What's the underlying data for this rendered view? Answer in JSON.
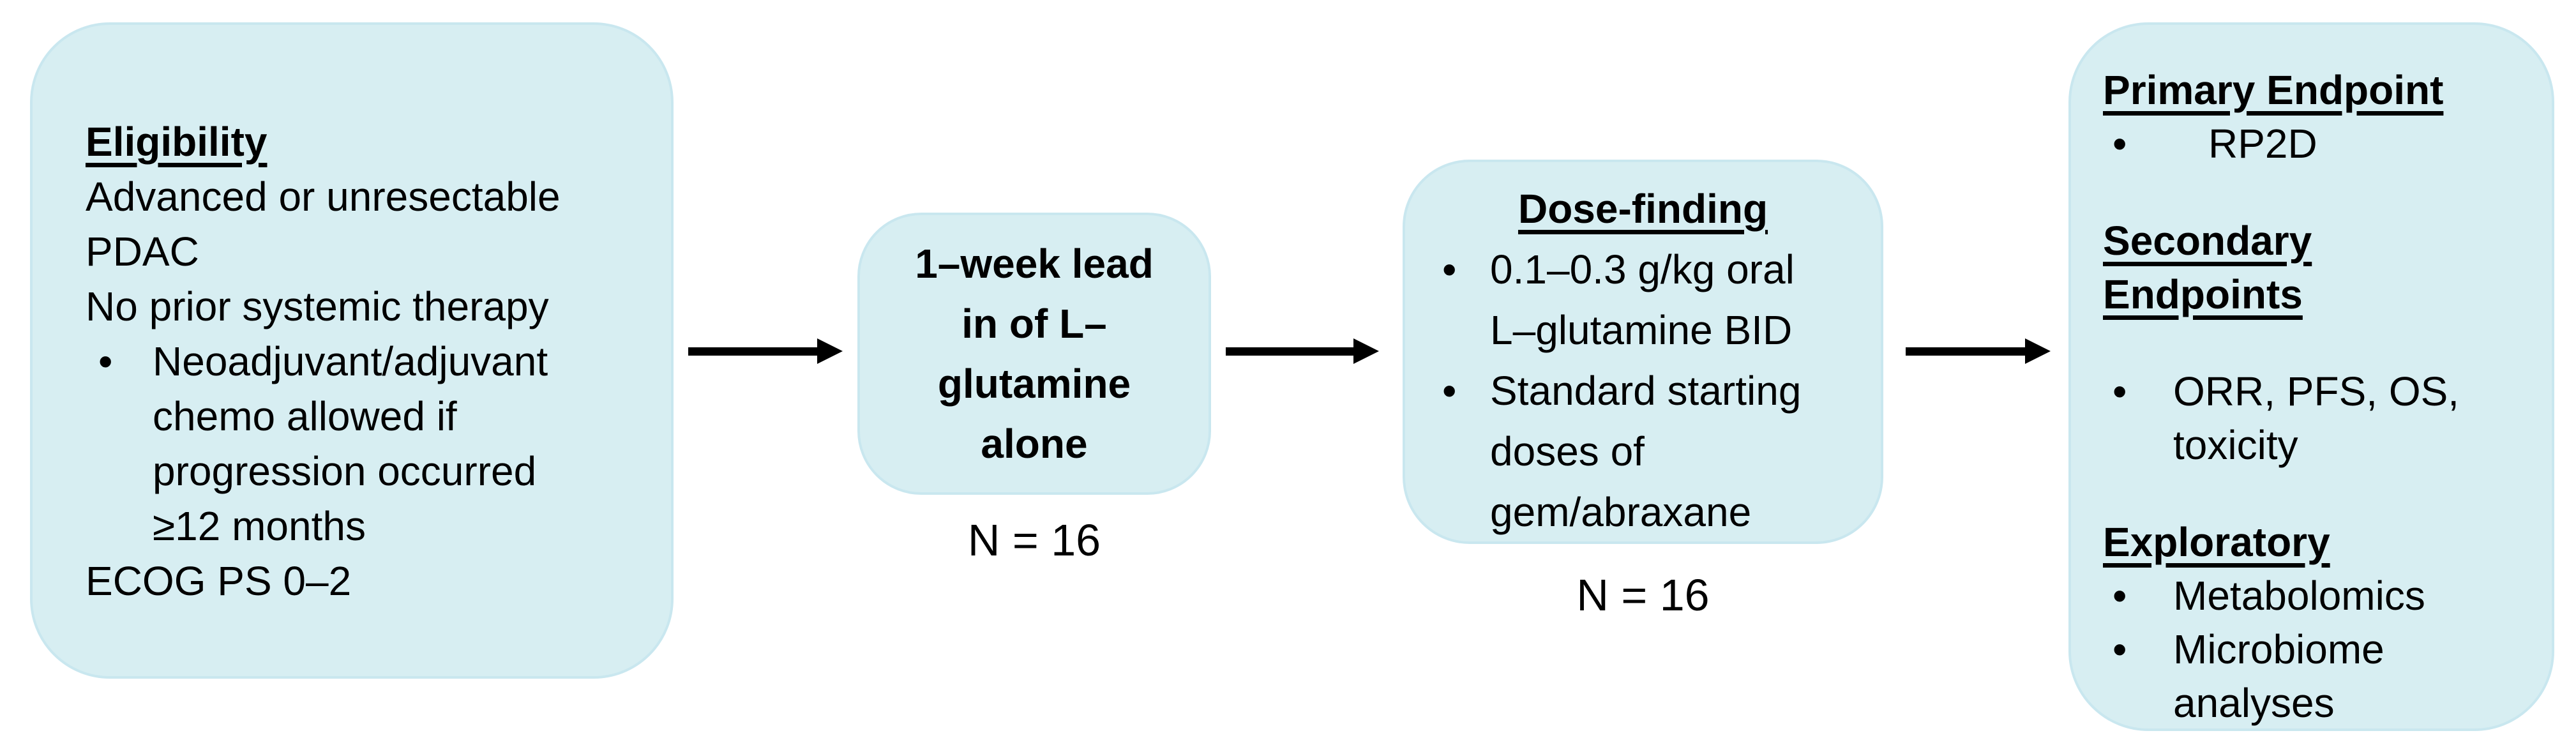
{
  "colors": {
    "background": "#ffffff",
    "box_fill": "#d7eef2",
    "box_border": "#c9e7ef",
    "arrow": "#000000",
    "text": "#000000"
  },
  "bullet_glyph": "•",
  "eligibility_box": {
    "title": "Eligibility",
    "body_lines": [
      "Advanced or unresectable",
      "PDAC",
      "No prior systemic therapy"
    ],
    "bullet_lines": [
      "Neoadjuvant/adjuvant",
      "chemo allowed if",
      "progression occurred",
      "≥12 months"
    ],
    "footer_line": "ECOG PS 0–2"
  },
  "leadin_box": {
    "lines": [
      "1–week lead",
      "in of L–",
      "glutamine",
      "alone"
    ],
    "n_label": "N = 16"
  },
  "dosefinding_box": {
    "title": "Dose-finding",
    "bullet1_lines": [
      "0.1–0.3 g/kg oral",
      "L–glutamine BID"
    ],
    "bullet2_lines": [
      "Standard starting",
      "doses of",
      "gem/abraxane"
    ],
    "n_label": "N = 16"
  },
  "endpoints_box": {
    "primary_title": "Primary Endpoint",
    "primary_bullet": "RP2D",
    "secondary_title_lines": [
      "Secondary",
      "Endpoints"
    ],
    "secondary_bullet_lines": [
      "ORR, PFS, OS,",
      "toxicity"
    ],
    "exploratory_title": "Exploratory",
    "exploratory_bullet1": "Metabolomics",
    "exploratory_bullet2_lines": [
      "Microbiome",
      "analyses"
    ]
  }
}
